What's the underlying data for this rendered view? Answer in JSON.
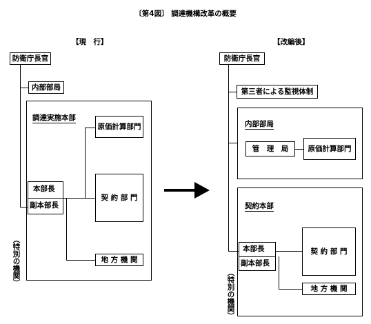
{
  "title": "〔第4図〕 調達機構改革の概要",
  "current": {
    "heading": "【現　行】",
    "top": "防衛庁長官",
    "internal": "内部部局",
    "main_org": "調達実施本部",
    "cost": "原価計算部門",
    "hq_chief": "本部長",
    "hq_deputy": "副本部長",
    "contract": "契 約 部 門",
    "regional": "地 方 機 関",
    "special": "（特別の機関）"
  },
  "reformed": {
    "heading": "【改編後】",
    "top": "防衛庁長官",
    "third_party": "第三者による監視体制",
    "internal": "内部部局",
    "management": "管　理　局",
    "cost": "原価計算部門",
    "main_org": "契約本部",
    "hq_chief": "本部長",
    "hq_deputy": "副本部長",
    "contract": "契 約 部 門",
    "regional": "地 方 機 関",
    "special": "（特別の機関）"
  }
}
